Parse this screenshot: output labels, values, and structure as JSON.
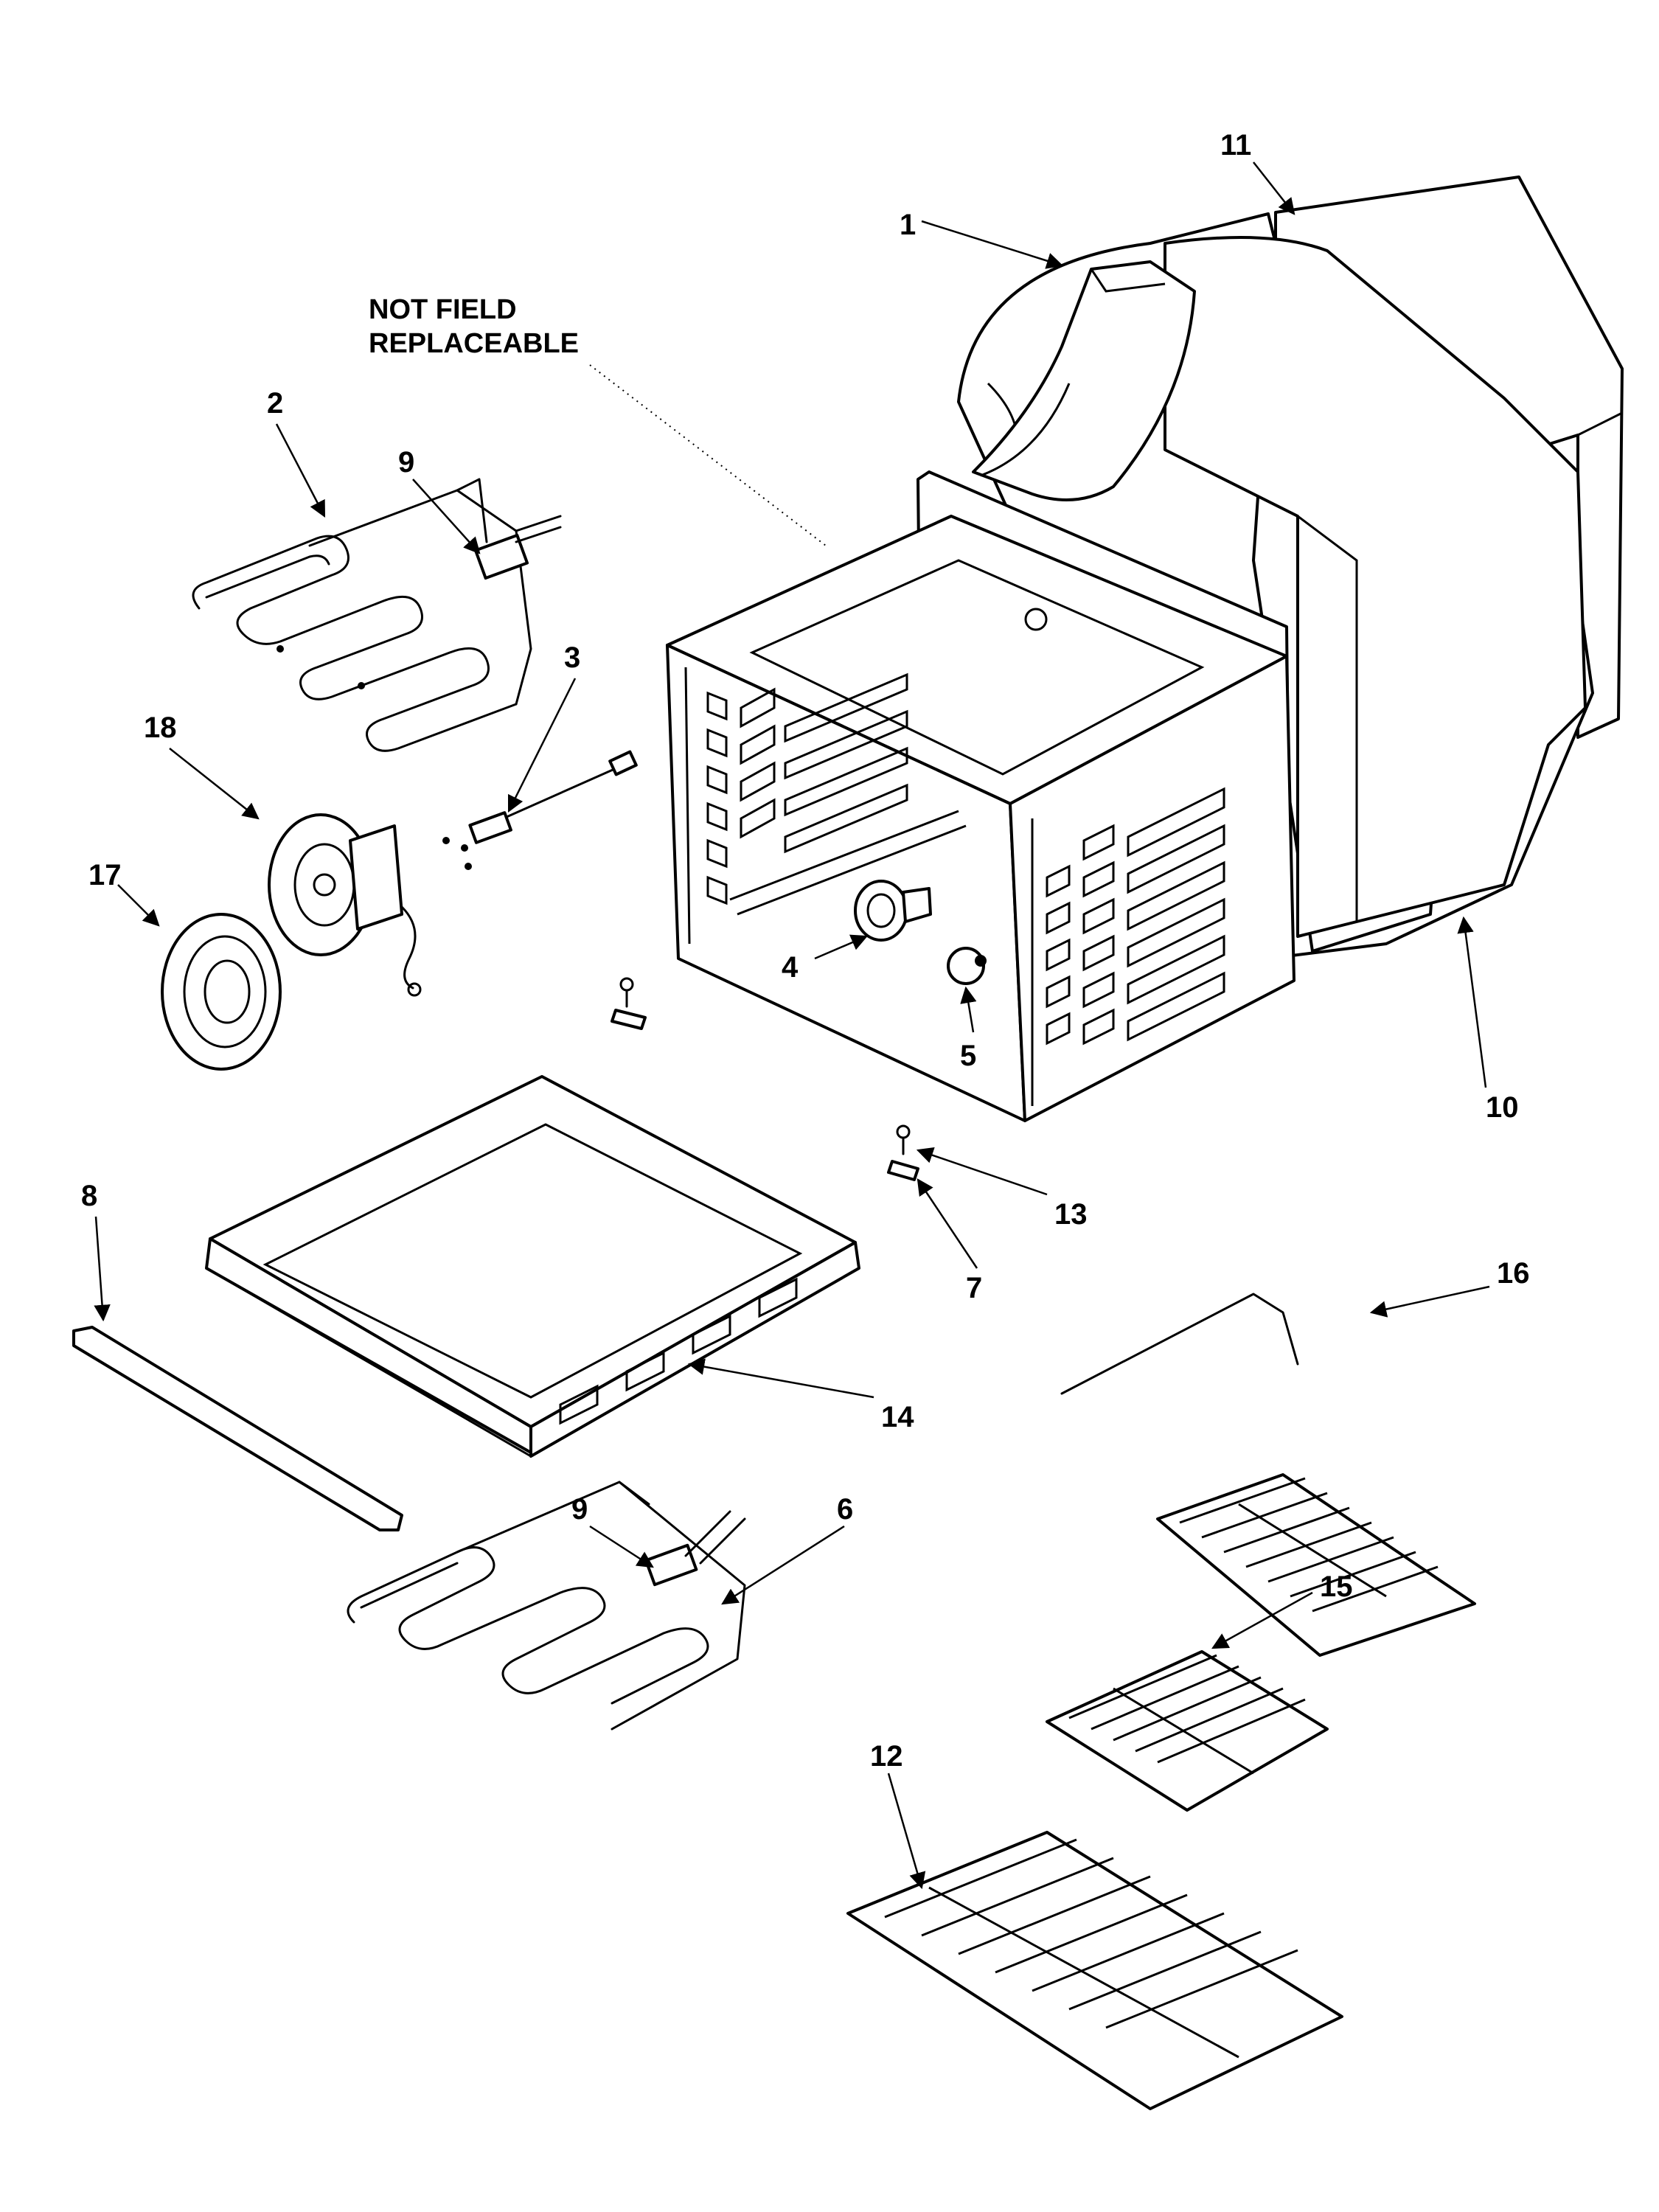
{
  "note": {
    "line1": "NOT FIELD",
    "line2": "REPLACEABLE"
  },
  "callouts": {
    "c1": "1",
    "c2": "2",
    "c3": "3",
    "c4": "4",
    "c5": "5",
    "c6": "6",
    "c7": "7",
    "c8": "8",
    "c9a": "9",
    "c9b": "9",
    "c10": "10",
    "c11": "11",
    "c12": "12",
    "c13": "13",
    "c14": "14",
    "c15": "15",
    "c16": "16",
    "c17": "17",
    "c18": "18"
  }
}
